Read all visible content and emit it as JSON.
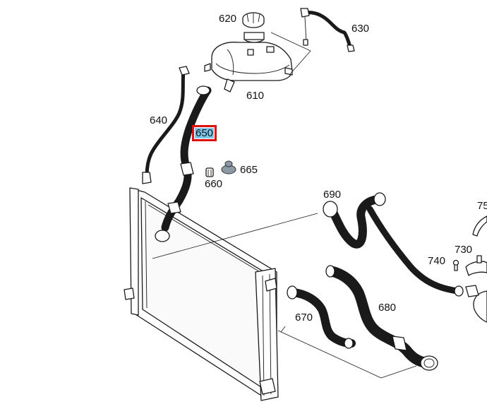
{
  "callouts": {
    "c620": "620",
    "c630": "630",
    "c610": "610",
    "c640": "640",
    "c650": "650",
    "c660": "660",
    "c665": "665",
    "c690": "690",
    "c75x": "75",
    "c730": "730",
    "c740": "740",
    "c680": "680",
    "c670": "670"
  },
  "selected_part": "650",
  "colors": {
    "highlight_fill": "#7ec8ee",
    "highlight_border": "#e01010",
    "cap_665": "#8c99a6"
  }
}
